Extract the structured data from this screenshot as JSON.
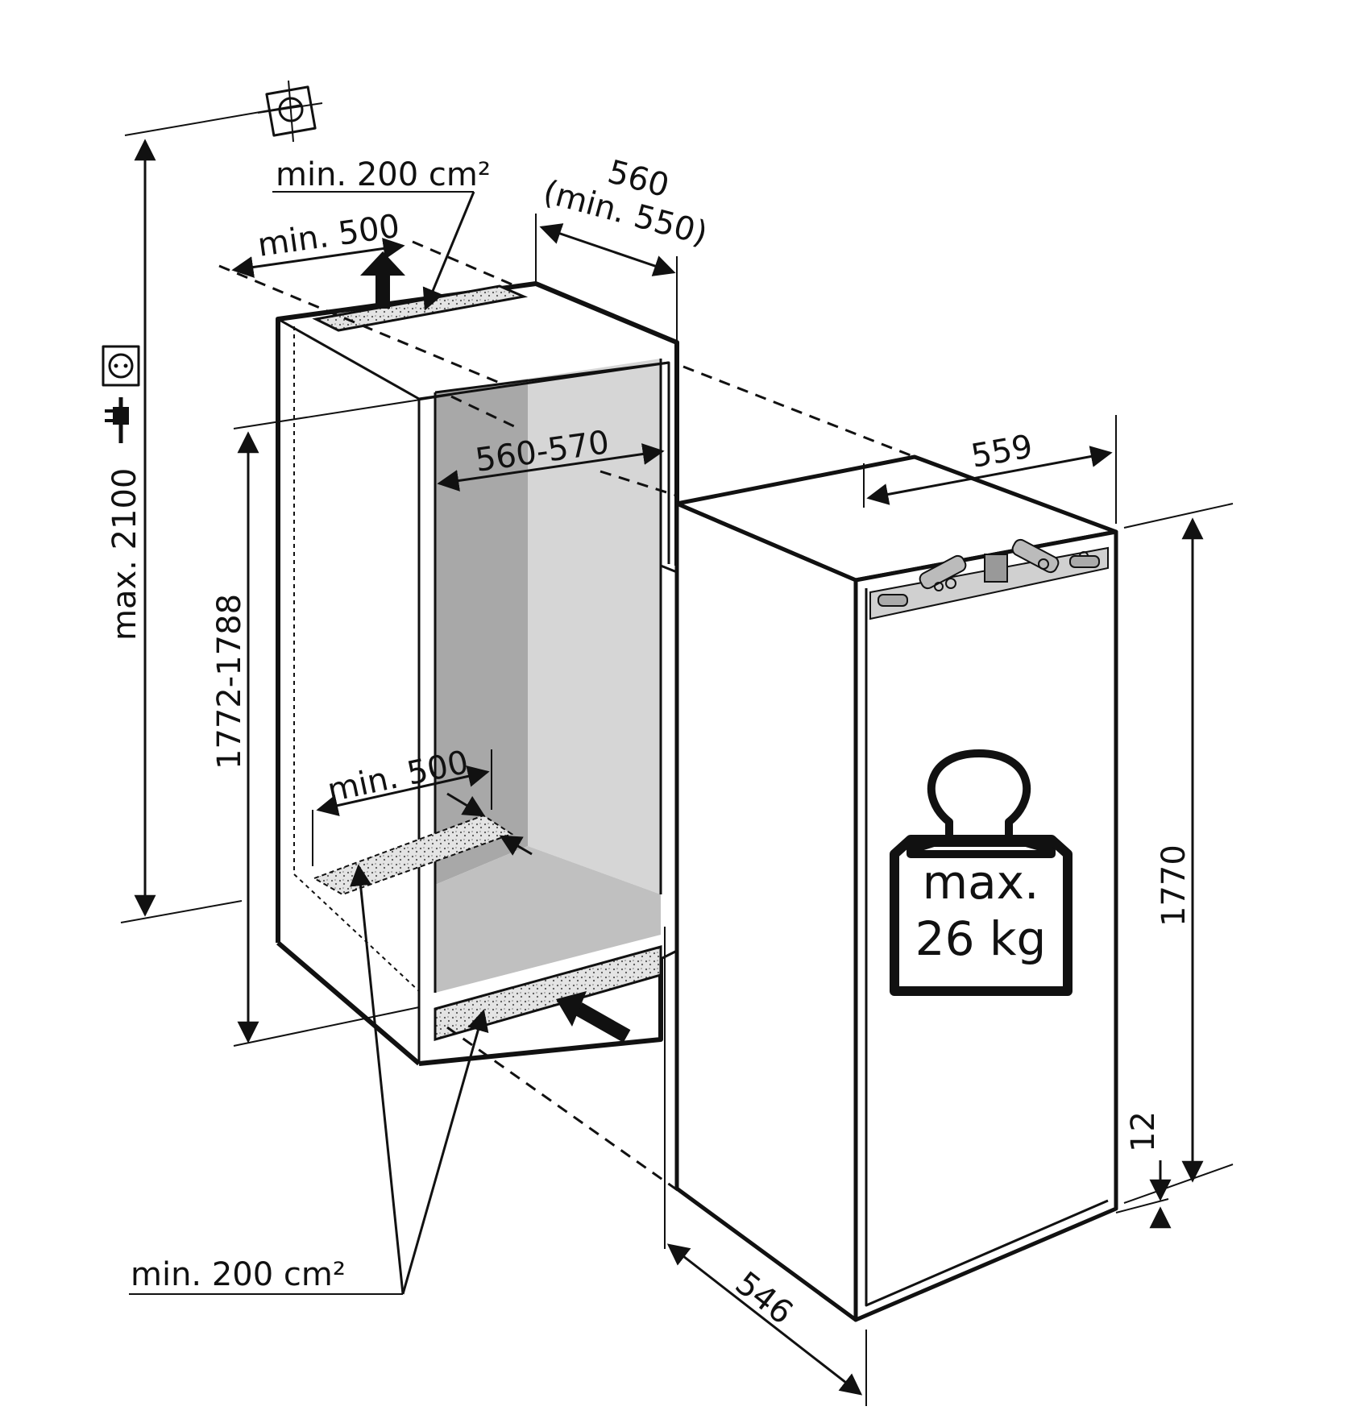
{
  "labels": {
    "max_height": "max. 2100",
    "niche_height": "1772-1788",
    "top_vent_area": "min. 200 cm²",
    "top_depth": "min. 500",
    "niche_width": "560",
    "niche_width_min": "(min. 550)",
    "inner_width": "560-570",
    "bottom_depth": "min. 500",
    "bottom_vent_area": "min. 200 cm²",
    "appliance_width": "559",
    "appliance_height": "1770",
    "appliance_depth": "546",
    "plinth_gap": "12",
    "weight_line1": "max.",
    "weight_line2": "26 kg"
  },
  "icons": [
    "plumbing-crosshair-icon",
    "power-socket-icon",
    "power-plug-icon",
    "weight-icon"
  ]
}
